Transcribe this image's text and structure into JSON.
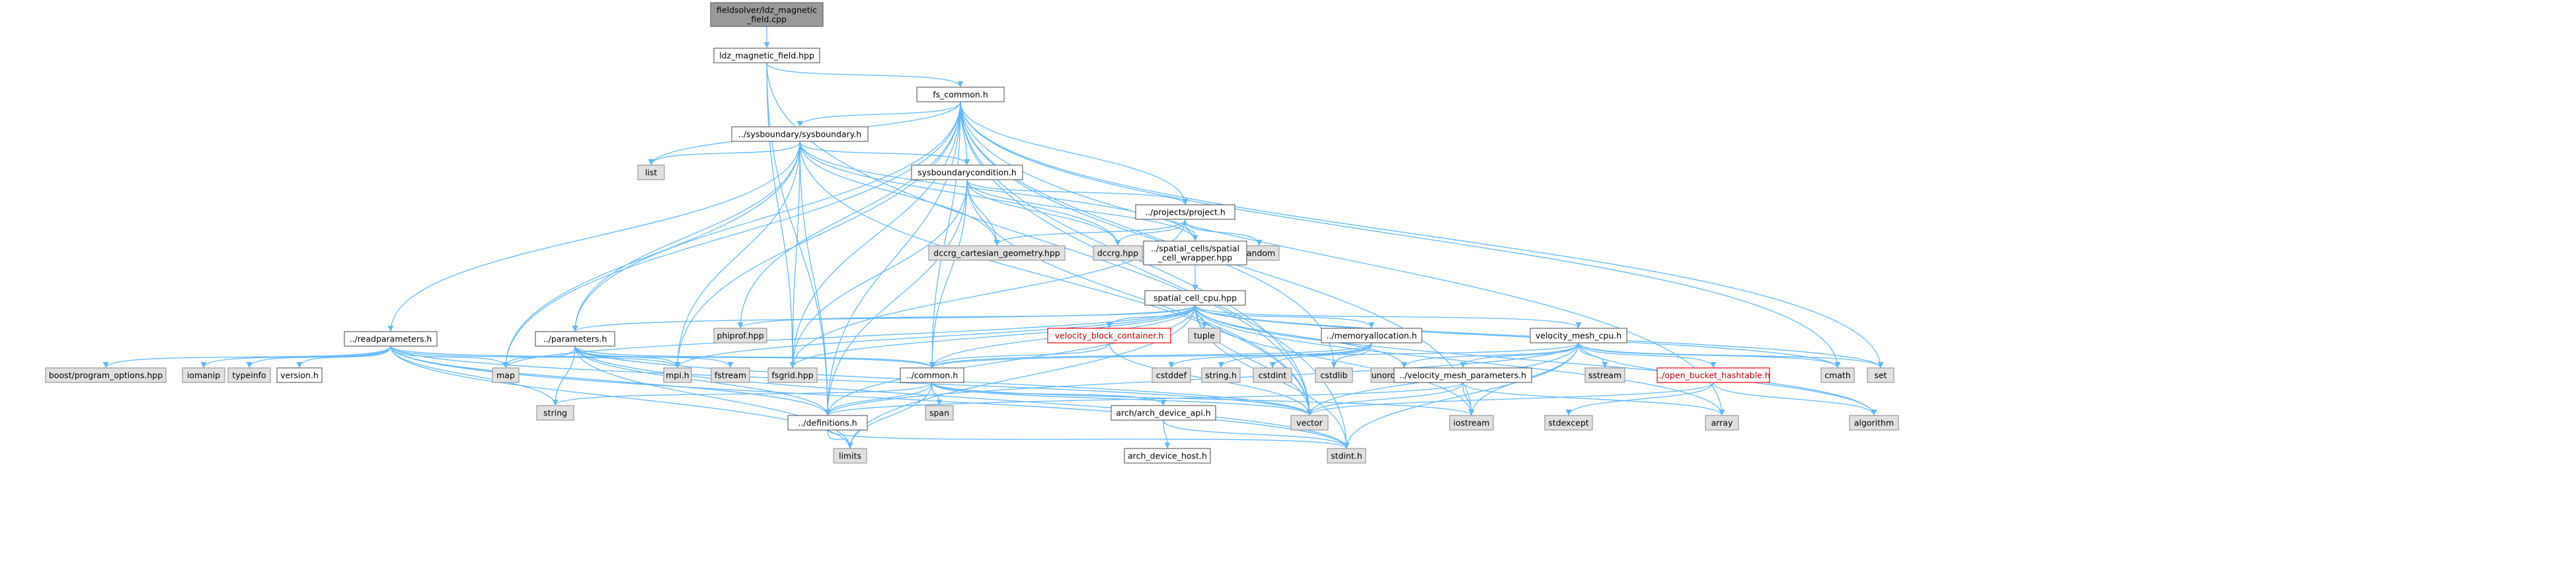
{
  "graph": {
    "nodes": [
      {
        "id": "root",
        "lines": [
          "fieldsolver/ldz_magnetic",
          "_field.cpp"
        ],
        "kind": "root"
      },
      {
        "id": "ldz",
        "lines": [
          "ldz_magnetic_field.hpp"
        ],
        "kind": "local"
      },
      {
        "id": "fscommon",
        "lines": [
          "fs_common.h"
        ],
        "kind": "local"
      },
      {
        "id": "sysboundary",
        "lines": [
          "../sysboundary/sysboundary.h"
        ],
        "kind": "local"
      },
      {
        "id": "list",
        "lines": [
          "list"
        ],
        "kind": "std"
      },
      {
        "id": "sbcond",
        "lines": [
          "sysboundarycondition.h"
        ],
        "kind": "local"
      },
      {
        "id": "project",
        "lines": [
          "../projects/project.h"
        ],
        "kind": "local"
      },
      {
        "id": "random",
        "lines": [
          "random"
        ],
        "kind": "std"
      },
      {
        "id": "dccrgcart",
        "lines": [
          "dccrg_cartesian_geometry.hpp"
        ],
        "kind": "std"
      },
      {
        "id": "dccrg",
        "lines": [
          "dccrg.hpp"
        ],
        "kind": "std"
      },
      {
        "id": "spatialwrap",
        "lines": [
          "../spatial_cells/spatial",
          "_cell_wrapper.hpp"
        ],
        "kind": "local"
      },
      {
        "id": "spatialcpu",
        "lines": [
          "spatial_cell_cpu.hpp"
        ],
        "kind": "local"
      },
      {
        "id": "phiprof",
        "lines": [
          "phiprof.hpp"
        ],
        "kind": "std"
      },
      {
        "id": "tuple",
        "lines": [
          "tuple"
        ],
        "kind": "std"
      },
      {
        "id": "vbc",
        "lines": [
          "velocity_block_container.h"
        ],
        "kind": "trunc"
      },
      {
        "id": "memalloc",
        "lines": [
          "../memoryallocation.h"
        ],
        "kind": "local"
      },
      {
        "id": "vmcpu",
        "lines": [
          "velocity_mesh_cpu.h"
        ],
        "kind": "local"
      },
      {
        "id": "readparams",
        "lines": [
          "../readparameters.h"
        ],
        "kind": "local"
      },
      {
        "id": "params",
        "lines": [
          "../parameters.h"
        ],
        "kind": "local"
      },
      {
        "id": "boostpo",
        "lines": [
          "boost/program_options.hpp"
        ],
        "kind": "std"
      },
      {
        "id": "iomanip",
        "lines": [
          "iomanip"
        ],
        "kind": "std"
      },
      {
        "id": "typeinfo",
        "lines": [
          "typeinfo"
        ],
        "kind": "std"
      },
      {
        "id": "version",
        "lines": [
          "version.h"
        ],
        "kind": "local"
      },
      {
        "id": "map",
        "lines": [
          "map"
        ],
        "kind": "std"
      },
      {
        "id": "mpi",
        "lines": [
          "mpi.h"
        ],
        "kind": "std"
      },
      {
        "id": "fstream",
        "lines": [
          "fstream"
        ],
        "kind": "std"
      },
      {
        "id": "fsgrid",
        "lines": [
          "fsgrid.hpp"
        ],
        "kind": "std"
      },
      {
        "id": "common",
        "lines": [
          "../common.h"
        ],
        "kind": "local"
      },
      {
        "id": "cstddef",
        "lines": [
          "cstddef"
        ],
        "kind": "std"
      },
      {
        "id": "stringh",
        "lines": [
          "string.h"
        ],
        "kind": "std"
      },
      {
        "id": "cstdint",
        "lines": [
          "cstdint"
        ],
        "kind": "std"
      },
      {
        "id": "cstdlib",
        "lines": [
          "cstdlib"
        ],
        "kind": "std"
      },
      {
        "id": "umap",
        "lines": [
          "unordered_map"
        ],
        "kind": "std"
      },
      {
        "id": "vmparams",
        "lines": [
          "../velocity_mesh_parameters.h"
        ],
        "kind": "local"
      },
      {
        "id": "sstream",
        "lines": [
          "sstream"
        ],
        "kind": "std"
      },
      {
        "id": "obh",
        "lines": [
          "../open_bucket_hashtable.h"
        ],
        "kind": "trunc"
      },
      {
        "id": "cmath",
        "lines": [
          "cmath"
        ],
        "kind": "std"
      },
      {
        "id": "set",
        "lines": [
          "set"
        ],
        "kind": "std"
      },
      {
        "id": "string",
        "lines": [
          "string"
        ],
        "kind": "std"
      },
      {
        "id": "span",
        "lines": [
          "span"
        ],
        "kind": "std"
      },
      {
        "id": "definitions",
        "lines": [
          "../definitions.h"
        ],
        "kind": "local"
      },
      {
        "id": "archapi",
        "lines": [
          "arch/arch_device_api.h"
        ],
        "kind": "local"
      },
      {
        "id": "vector",
        "lines": [
          "vector"
        ],
        "kind": "std"
      },
      {
        "id": "iostream",
        "lines": [
          "iostream"
        ],
        "kind": "std"
      },
      {
        "id": "stdexcept",
        "lines": [
          "stdexcept"
        ],
        "kind": "std"
      },
      {
        "id": "array",
        "lines": [
          "array"
        ],
        "kind": "std"
      },
      {
        "id": "algorithm",
        "lines": [
          "algorithm"
        ],
        "kind": "std"
      },
      {
        "id": "limits",
        "lines": [
          "limits"
        ],
        "kind": "std"
      },
      {
        "id": "archhost",
        "lines": [
          "arch_device_host.h"
        ],
        "kind": "local"
      },
      {
        "id": "stdint",
        "lines": [
          "stdint.h"
        ],
        "kind": "std"
      }
    ],
    "edges": [
      [
        "root",
        "ldz"
      ],
      [
        "ldz",
        "fscommon"
      ],
      [
        "ldz",
        "definitions"
      ],
      [
        "ldz",
        "fsgrid"
      ],
      [
        "ldz",
        "vector"
      ],
      [
        "fscommon",
        "sysboundary"
      ],
      [
        "fscommon",
        "list"
      ],
      [
        "fscommon",
        "sbcond"
      ],
      [
        "fscommon",
        "project"
      ],
      [
        "fscommon",
        "phiprof"
      ],
      [
        "fscommon",
        "params"
      ],
      [
        "fscommon",
        "map"
      ],
      [
        "fscommon",
        "mpi"
      ],
      [
        "fscommon",
        "fsgrid"
      ],
      [
        "fscommon",
        "common"
      ],
      [
        "fscommon",
        "cstdlib"
      ],
      [
        "fscommon",
        "cmath"
      ],
      [
        "fscommon",
        "set"
      ],
      [
        "fscommon",
        "vector"
      ],
      [
        "fscommon",
        "iostream"
      ],
      [
        "fscommon",
        "array"
      ],
      [
        "fscommon",
        "stdint"
      ],
      [
        "fscommon",
        "definitions"
      ],
      [
        "sysboundary",
        "list"
      ],
      [
        "sysboundary",
        "sbcond"
      ],
      [
        "sysboundary",
        "dccrgcart"
      ],
      [
        "sysboundary",
        "dccrg"
      ],
      [
        "sysboundary",
        "spatialwrap"
      ],
      [
        "sysboundary",
        "readparams"
      ],
      [
        "sysboundary",
        "params"
      ],
      [
        "sysboundary",
        "map"
      ],
      [
        "sysboundary",
        "mpi"
      ],
      [
        "sysboundary",
        "fsgrid"
      ],
      [
        "sysboundary",
        "vector"
      ],
      [
        "sysboundary",
        "definitions"
      ],
      [
        "sbcond",
        "project"
      ],
      [
        "sbcond",
        "dccrgcart"
      ],
      [
        "sbcond",
        "dccrg"
      ],
      [
        "sbcond",
        "spatialwrap"
      ],
      [
        "sbcond",
        "common"
      ],
      [
        "sbcond",
        "definitions"
      ],
      [
        "sbcond",
        "fsgrid"
      ],
      [
        "sbcond",
        "vector"
      ],
      [
        "project",
        "random"
      ],
      [
        "project",
        "dccrg"
      ],
      [
        "project",
        "dccrgcart"
      ],
      [
        "project",
        "spatialwrap"
      ],
      [
        "project",
        "fsgrid"
      ],
      [
        "spatialwrap",
        "spatialcpu"
      ],
      [
        "spatialcpu",
        "phiprof"
      ],
      [
        "spatialcpu",
        "tuple"
      ],
      [
        "spatialcpu",
        "vbc"
      ],
      [
        "spatialcpu",
        "memalloc"
      ],
      [
        "spatialcpu",
        "vmcpu"
      ],
      [
        "spatialcpu",
        "params"
      ],
      [
        "spatialcpu",
        "map"
      ],
      [
        "spatialcpu",
        "mpi"
      ],
      [
        "spatialcpu",
        "fsgrid"
      ],
      [
        "spatialcpu",
        "common"
      ],
      [
        "spatialcpu",
        "definitions"
      ],
      [
        "spatialcpu",
        "limits"
      ],
      [
        "spatialcpu",
        "vector"
      ],
      [
        "spatialcpu",
        "iostream"
      ],
      [
        "spatialcpu",
        "array"
      ],
      [
        "spatialcpu",
        "algorithm"
      ],
      [
        "spatialcpu",
        "cmath"
      ],
      [
        "spatialcpu",
        "set"
      ],
      [
        "spatialcpu",
        "stdint"
      ],
      [
        "spatialcpu",
        "umap"
      ],
      [
        "vbc",
        "common"
      ],
      [
        "vbc",
        "vector"
      ],
      [
        "memalloc",
        "cstddef"
      ],
      [
        "memalloc",
        "stringh"
      ],
      [
        "memalloc",
        "cstdint"
      ],
      [
        "memalloc",
        "cstdlib"
      ],
      [
        "memalloc",
        "common"
      ],
      [
        "vmcpu",
        "umap"
      ],
      [
        "vmcpu",
        "sstream"
      ],
      [
        "vmcpu",
        "obh"
      ],
      [
        "vmcpu",
        "vmparams"
      ],
      [
        "vmcpu",
        "cmath"
      ],
      [
        "vmcpu",
        "set"
      ],
      [
        "vmcpu",
        "algorithm"
      ],
      [
        "vmcpu",
        "vector"
      ],
      [
        "vmcpu",
        "iostream"
      ],
      [
        "vmcpu",
        "common"
      ],
      [
        "vmcpu",
        "definitions"
      ],
      [
        "vmcpu",
        "stdint"
      ],
      [
        "vmparams",
        "vector"
      ],
      [
        "vmparams",
        "array"
      ],
      [
        "vmparams",
        "iostream"
      ],
      [
        "vmparams",
        "definitions"
      ],
      [
        "obh",
        "vector"
      ],
      [
        "obh",
        "algorithm"
      ],
      [
        "obh",
        "stdexcept"
      ],
      [
        "readparams",
        "boostpo"
      ],
      [
        "readparams",
        "iomanip"
      ],
      [
        "readparams",
        "typeinfo"
      ],
      [
        "readparams",
        "version"
      ],
      [
        "readparams",
        "map"
      ],
      [
        "readparams",
        "mpi"
      ],
      [
        "readparams",
        "common"
      ],
      [
        "readparams",
        "string"
      ],
      [
        "readparams",
        "vector"
      ],
      [
        "readparams",
        "limits"
      ],
      [
        "readparams",
        "definitions"
      ],
      [
        "readparams",
        "stdint"
      ],
      [
        "params",
        "map"
      ],
      [
        "params",
        "mpi"
      ],
      [
        "params",
        "fstream"
      ],
      [
        "params",
        "string"
      ],
      [
        "params",
        "common"
      ],
      [
        "params",
        "vector"
      ],
      [
        "params",
        "definitions"
      ],
      [
        "params",
        "limits"
      ],
      [
        "params",
        "stdint"
      ],
      [
        "common",
        "span"
      ],
      [
        "common",
        "definitions"
      ],
      [
        "common",
        "archapi"
      ],
      [
        "common",
        "vector"
      ],
      [
        "common",
        "limits"
      ],
      [
        "common",
        "string"
      ],
      [
        "common",
        "iostream"
      ],
      [
        "definitions",
        "limits"
      ],
      [
        "definitions",
        "stdint"
      ],
      [
        "archapi",
        "archhost"
      ],
      [
        "archapi",
        "stdint"
      ]
    ]
  }
}
